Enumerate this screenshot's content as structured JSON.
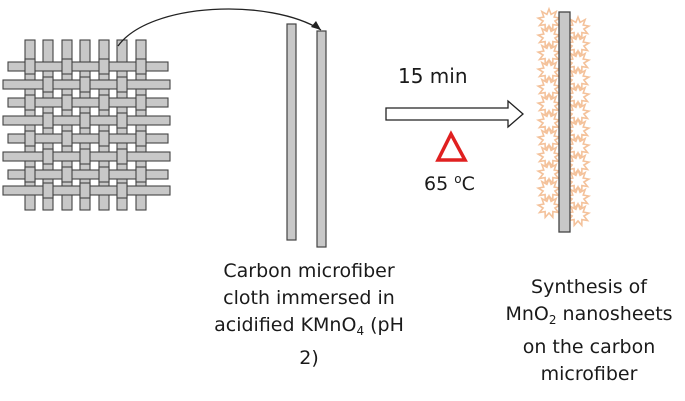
{
  "step_label": "15 min",
  "heat_symbol": "triangle",
  "temperature": {
    "value": "65",
    "unit": "C",
    "degree": "o"
  },
  "caption_left": {
    "line1": "Carbon microfiber",
    "line2": "cloth immersed in",
    "line3_pre": "acidified KMnO",
    "line3_sub": "4",
    "line3_post": " (pH",
    "line4": "2)"
  },
  "caption_right": {
    "line1": "Synthesis of",
    "line2_pre": "MnO",
    "line2_sub": "2",
    "line2_post": " nanosheets",
    "line3": "on the carbon",
    "line4": "microfiber"
  },
  "colors": {
    "fiber_fill": "#c8c8c8",
    "fiber_stroke": "#444444",
    "nanosheet": "#f4c29b",
    "heat_triangle": "#e02020"
  }
}
